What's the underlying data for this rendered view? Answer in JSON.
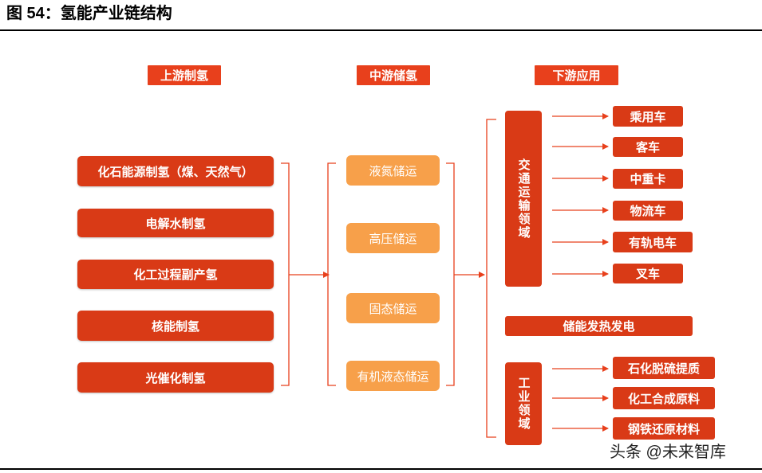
{
  "figure": {
    "title": "图 54：氢能产业链结构"
  },
  "headers": {
    "upstream": "上游制氢",
    "midstream": "中游储氢",
    "downstream": "下游应用"
  },
  "upstream_items": [
    "化石能源制氢（煤、天然气）",
    "电解水制氢",
    "化工过程副产氢",
    "核能制氢",
    "光催化制氢"
  ],
  "midstream_items": [
    "液氮储运",
    "高压储运",
    "固态储运",
    "有机液态储运"
  ],
  "downstream": {
    "transport": {
      "label": "交通运输领域",
      "items": [
        "乘用车",
        "客车",
        "中重卡",
        "物流车",
        "有轨电车",
        "叉车"
      ]
    },
    "power": {
      "label": "储能发热发电"
    },
    "industry": {
      "label": "工业领域",
      "items": [
        "石化脱硫提质",
        "化工合成原料",
        "钢铁还原材料"
      ]
    }
  },
  "watermark": "头条 @未来智库",
  "colors": {
    "header_red": "#e8401c",
    "box_red": "#d93a16",
    "box_orange": "#f7a04a",
    "line_red": "#e8401c"
  }
}
